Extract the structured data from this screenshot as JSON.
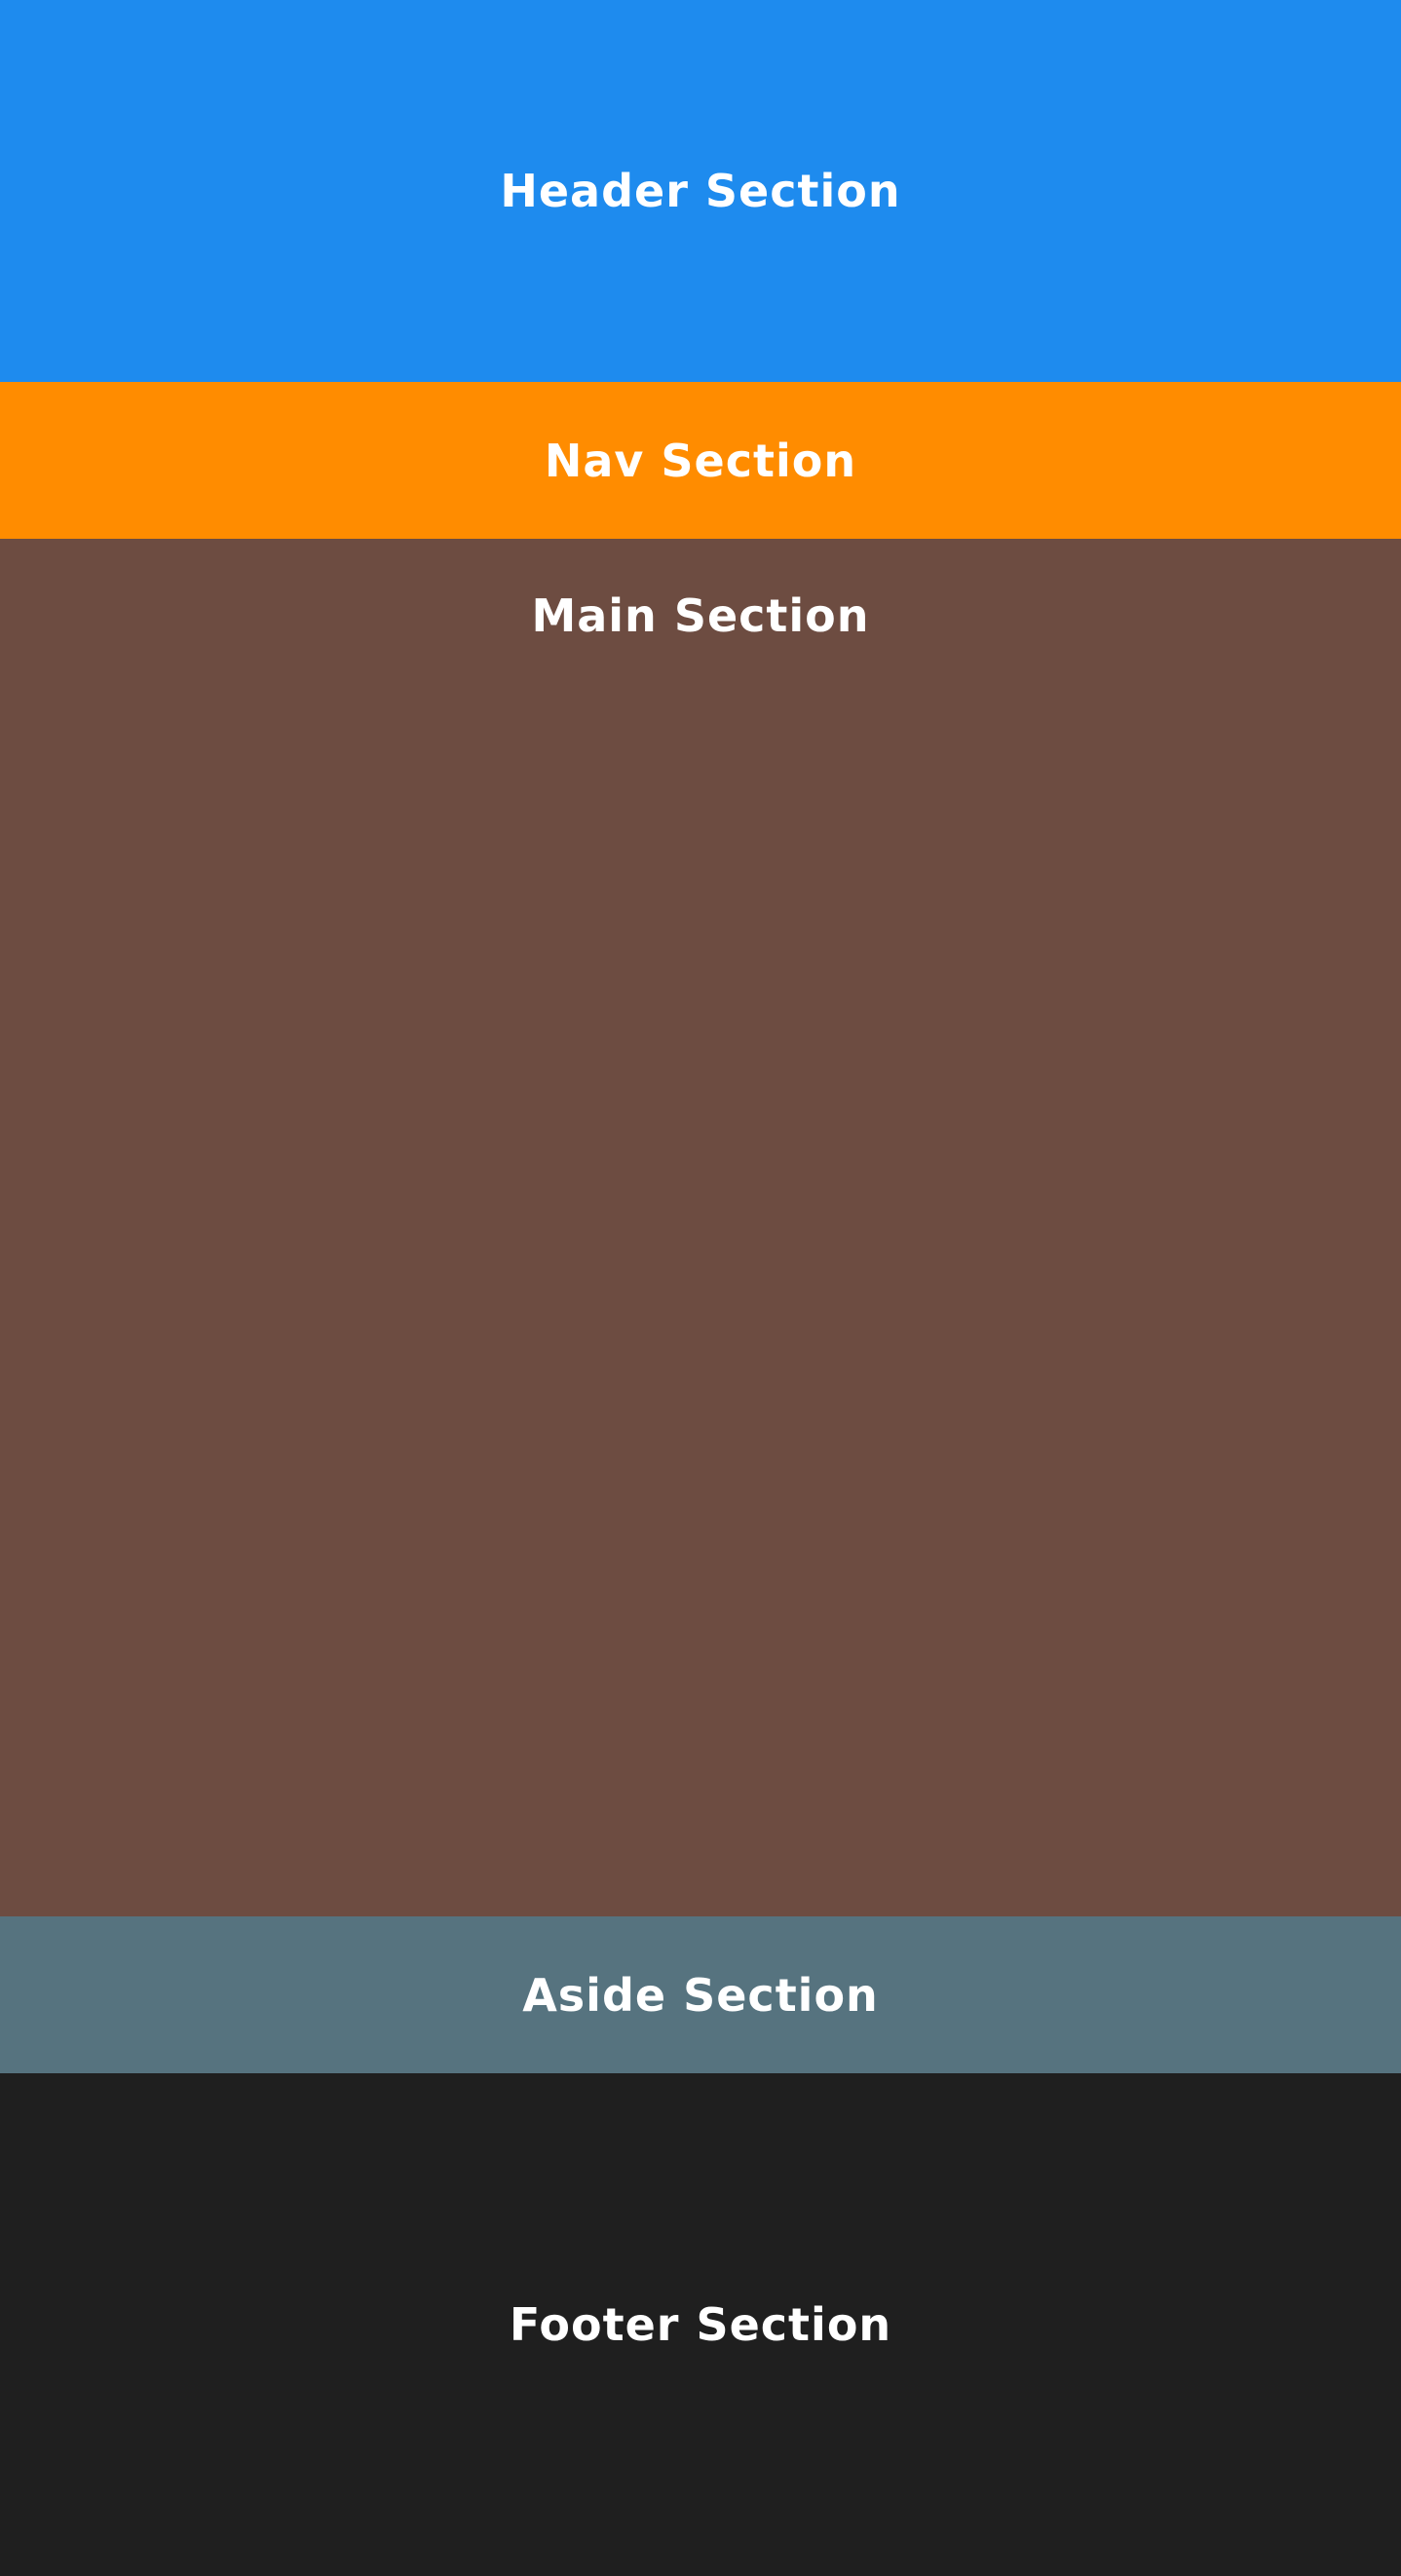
{
  "sections": {
    "header": {
      "title": "Header Section",
      "color": "#1e8bee"
    },
    "nav": {
      "title": "Nav Section",
      "color": "#ff8c00"
    },
    "main": {
      "title": "Main Section",
      "color": "#6d4c41"
    },
    "aside": {
      "title": "Aside Section",
      "color": "#56737f"
    },
    "footer": {
      "title": "Footer Section",
      "color": "#1f1f1f"
    }
  }
}
